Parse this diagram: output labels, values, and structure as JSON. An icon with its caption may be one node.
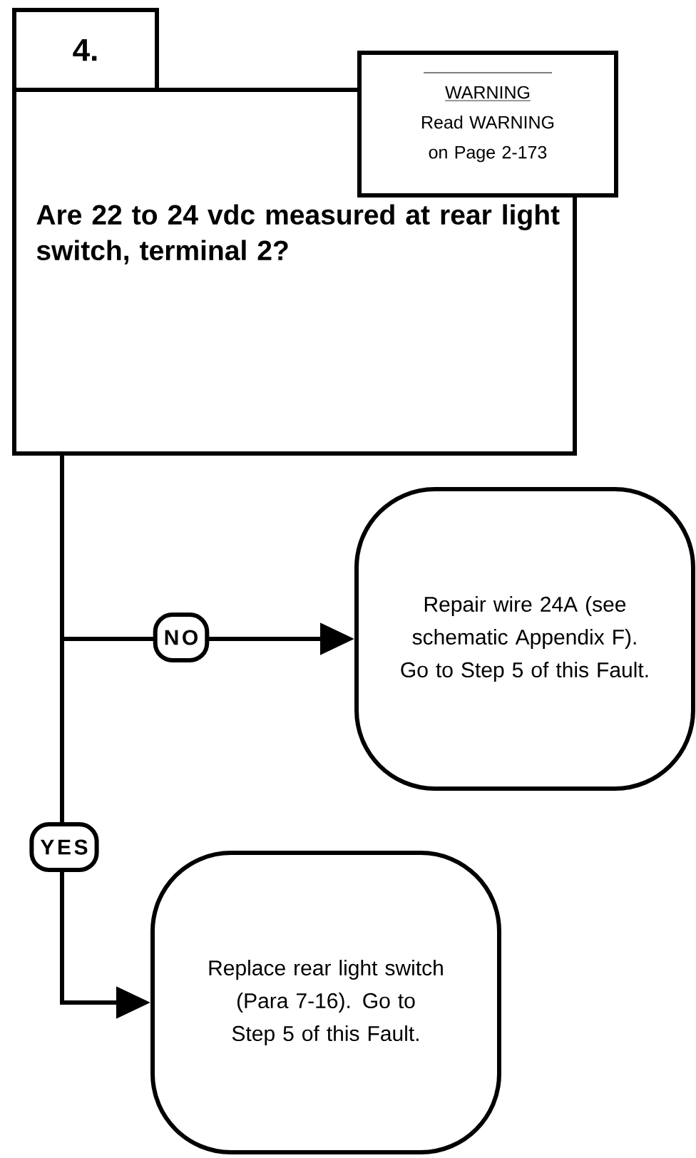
{
  "diagram": {
    "nodes": [
      {
        "text": [
          "4."
        ]
      },
      {
        "text": [
          "Are 22 to 24 vdc measured at rear light switch, terminal 2?"
        ]
      },
      {
        "text": [
          "WARNING",
          "Read WARNING on Page 2-173"
        ]
      },
      {
        "text": [
          "Repair wire 24A (see schematic Appendix F).  Go to Step 5 of this Fault."
        ]
      },
      {
        "text": [
          "Replace rear light switch (Para 7-16). Go to Step 5 of this Fault."
        ]
      }
    ],
    "edges": [
      {
        "from": 1,
        "to": 3,
        "arrow": "to",
        "label": "NO"
      },
      {
        "from": 1,
        "to": 4,
        "arrow": "to",
        "label": "YES"
      }
    ]
  }
}
